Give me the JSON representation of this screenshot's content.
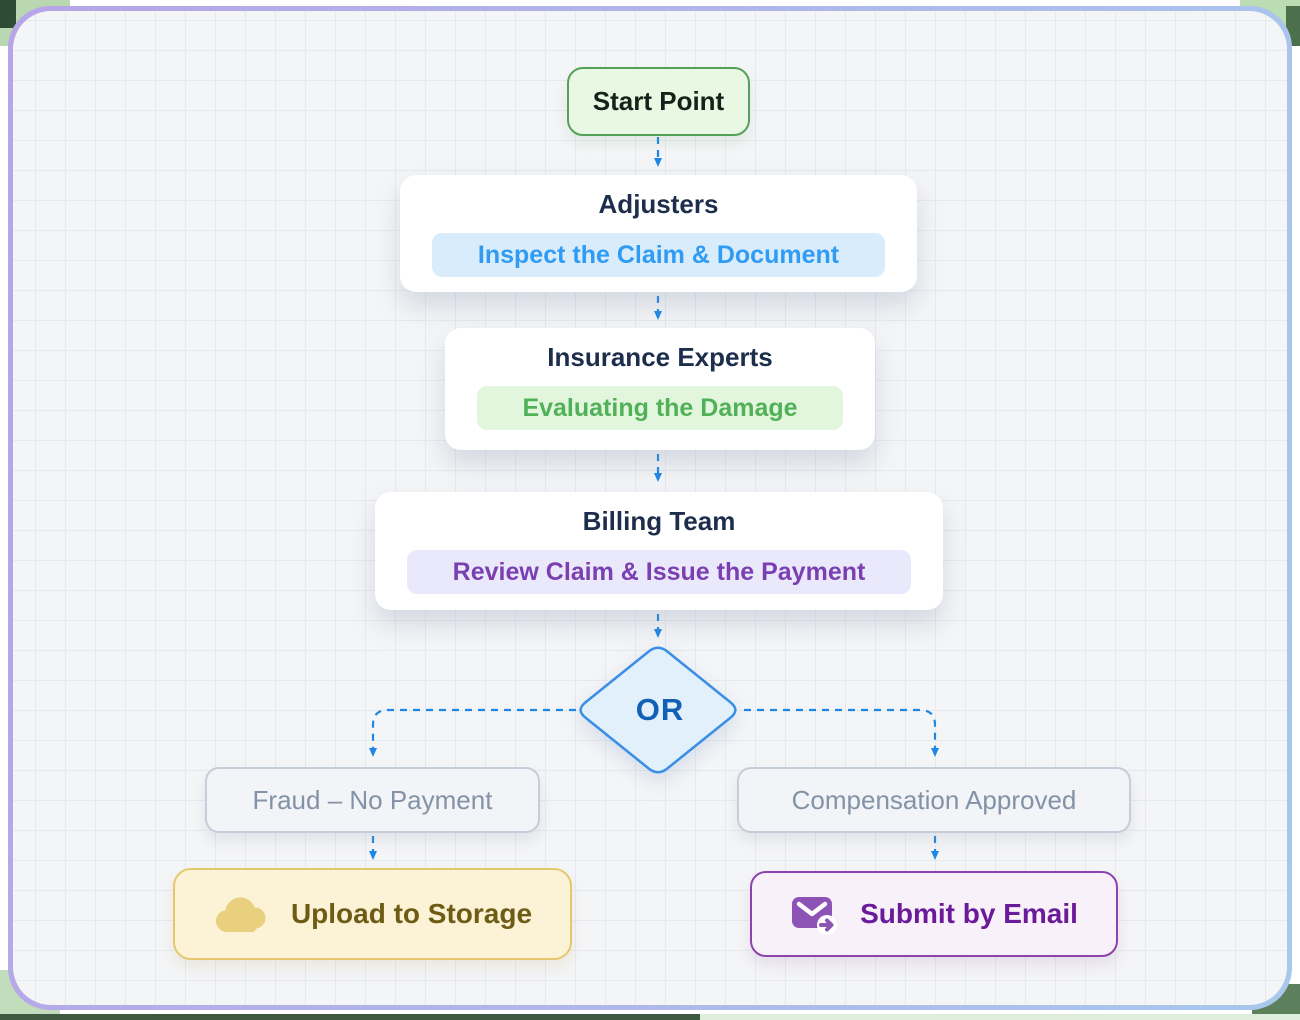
{
  "flowchart": {
    "start": {
      "label": "Start Point"
    },
    "steps": {
      "adjusters": {
        "title": "Adjusters",
        "task": "Inspect the Claim & Document"
      },
      "insurance": {
        "title": "Insurance Experts",
        "task": "Evaluating the Damage"
      },
      "billing": {
        "title": "Billing Team",
        "task": "Review Claim & Issue the Payment"
      }
    },
    "decision": {
      "label": "OR"
    },
    "outcomes": {
      "fraud": {
        "label": "Fraud – No Payment"
      },
      "approved": {
        "label": "Compensation Approved"
      }
    },
    "actions": {
      "upload": {
        "label": "Upload to Storage",
        "icon": "cloud-icon"
      },
      "submit": {
        "label": "Submit by Email",
        "icon": "mail-forward-icon"
      }
    }
  },
  "colors": {
    "arrow_blue": "#1e87e6",
    "frame_left": "#b7a5e8",
    "frame_right": "#a8c8ec",
    "canvas_bg": "#f4f5f7",
    "grid_line": "#e6e9ee",
    "start_fill": "#e9f8e3",
    "start_border": "#55a157",
    "start_text": "#14231a",
    "card_bg": "#ffffff",
    "card_title": "#1d2e4c",
    "pill_blue_bg": "#d8ecfc",
    "pill_blue_text": "#2f9bf2",
    "pill_green_bg": "#e2f6dd",
    "pill_green_text": "#50b158",
    "pill_purple_bg": "#e9e9fb",
    "pill_purple_text": "#7b3fb2",
    "diamond_fill": "#e1f0fb",
    "diamond_border": "#3a8ee4",
    "diamond_text": "#1261b5",
    "outcome_bg": "#f2f4f8",
    "outcome_border": "#c6ced9",
    "outcome_text": "#8392a6",
    "upload_bg": "#fcf3d7",
    "upload_border": "#e5c76d",
    "upload_text": "#6e5c16",
    "upload_icon": "#e9d07f",
    "submit_bg": "#f8f1fa",
    "submit_border": "#8b44ad",
    "submit_text": "#6a1b9a",
    "submit_icon": "#8e54b5"
  }
}
